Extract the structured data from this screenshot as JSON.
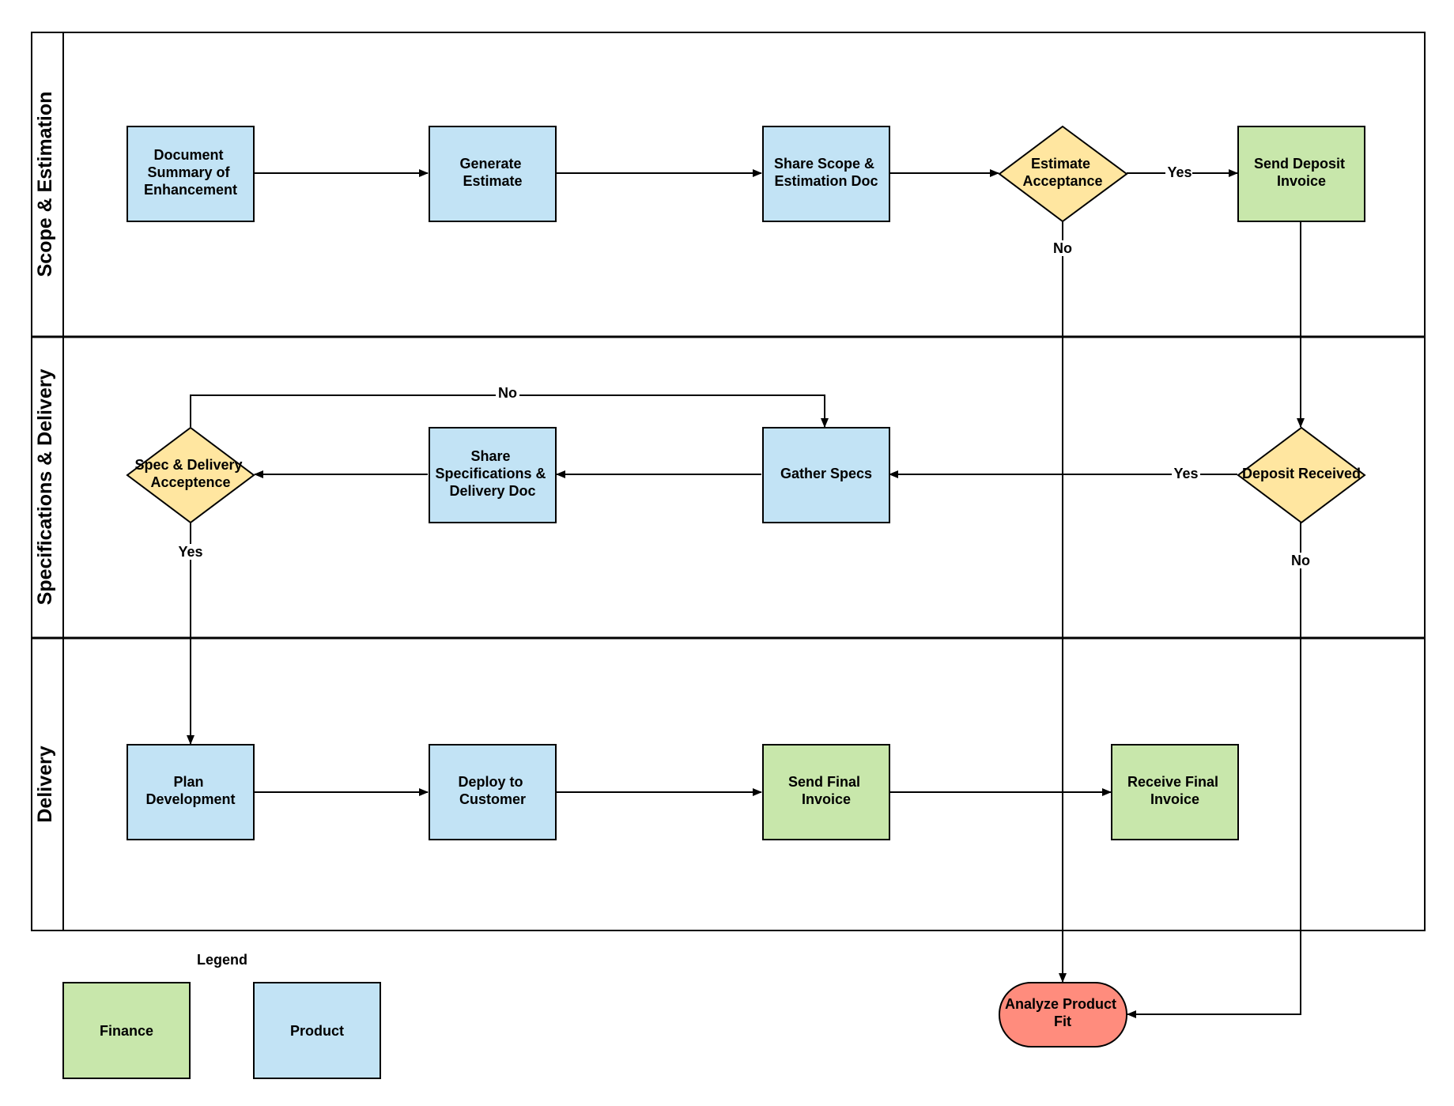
{
  "lanes": [
    {
      "id": "scope",
      "title": "Scope & Estimation"
    },
    {
      "id": "specs",
      "title": "Specifications & Delivery"
    },
    {
      "id": "delivery",
      "title": "Delivery"
    }
  ],
  "nodes": {
    "document_summary": {
      "lines": [
        "Document",
        "Summary of",
        "Enhancement"
      ],
      "shape": "rect",
      "category": "product"
    },
    "generate_estimate": {
      "lines": [
        "Generate",
        "Estimate"
      ],
      "shape": "rect",
      "category": "product"
    },
    "share_scope": {
      "lines": [
        "Share Scope &",
        "Estimation Doc"
      ],
      "shape": "rect",
      "category": "product"
    },
    "estimate_acceptance": {
      "lines": [
        "Estimate",
        "Acceptance"
      ],
      "shape": "diamond",
      "category": "decision"
    },
    "send_deposit_invoice": {
      "lines": [
        "Send Deposit",
        "Invoice"
      ],
      "shape": "rect",
      "category": "finance"
    },
    "spec_delivery_acceptance": {
      "lines": [
        "Spec & Delivery",
        "Acceptence"
      ],
      "shape": "diamond",
      "category": "decision"
    },
    "share_specifications": {
      "lines": [
        "Share",
        "Specifications &",
        "Delivery Doc"
      ],
      "shape": "rect",
      "category": "product"
    },
    "gather_specs": {
      "lines": [
        "Gather Specs"
      ],
      "shape": "rect",
      "category": "product"
    },
    "deposit_received": {
      "lines": [
        "Deposit Received"
      ],
      "shape": "diamond",
      "category": "decision"
    },
    "plan_development": {
      "lines": [
        "Plan",
        "Development"
      ],
      "shape": "rect",
      "category": "product"
    },
    "deploy_to_customer": {
      "lines": [
        "Deploy to",
        "Customer"
      ],
      "shape": "rect",
      "category": "product"
    },
    "send_final_invoice": {
      "lines": [
        "Send Final",
        "Invoice"
      ],
      "shape": "rect",
      "category": "finance"
    },
    "receive_final_invoice": {
      "lines": [
        "Receive Final",
        "Invoice"
      ],
      "shape": "rect",
      "category": "finance"
    },
    "analyze_product_fit": {
      "lines": [
        "Analyze Product",
        "Fit"
      ],
      "shape": "terminal",
      "category": "terminal"
    }
  },
  "edges": [
    {
      "from": "document_summary",
      "to": "generate_estimate",
      "label": ""
    },
    {
      "from": "generate_estimate",
      "to": "share_scope",
      "label": ""
    },
    {
      "from": "share_scope",
      "to": "estimate_acceptance",
      "label": ""
    },
    {
      "from": "estimate_acceptance",
      "to": "send_deposit_invoice",
      "label": "Yes"
    },
    {
      "from": "estimate_acceptance",
      "to": "analyze_product_fit",
      "label": "No"
    },
    {
      "from": "send_deposit_invoice",
      "to": "deposit_received",
      "label": ""
    },
    {
      "from": "deposit_received",
      "to": "gather_specs",
      "label": "Yes"
    },
    {
      "from": "deposit_received",
      "to": "analyze_product_fit",
      "label": "No"
    },
    {
      "from": "gather_specs",
      "to": "share_specifications",
      "label": ""
    },
    {
      "from": "share_specifications",
      "to": "spec_delivery_acceptance",
      "label": ""
    },
    {
      "from": "spec_delivery_acceptance",
      "to": "gather_specs",
      "label": "No"
    },
    {
      "from": "spec_delivery_acceptance",
      "to": "plan_development",
      "label": "Yes"
    },
    {
      "from": "plan_development",
      "to": "deploy_to_customer",
      "label": ""
    },
    {
      "from": "deploy_to_customer",
      "to": "send_final_invoice",
      "label": ""
    },
    {
      "from": "send_final_invoice",
      "to": "receive_final_invoice",
      "label": ""
    }
  ],
  "legend": {
    "title": "Legend",
    "items": [
      {
        "label": "Finance",
        "category": "finance"
      },
      {
        "label": "Product",
        "category": "product"
      }
    ]
  },
  "colors": {
    "product": "#C2E3F5",
    "finance": "#C8E7AB",
    "decision": "#FFE6A0",
    "terminal": "#FF8C7D",
    "stroke": "#000000"
  }
}
